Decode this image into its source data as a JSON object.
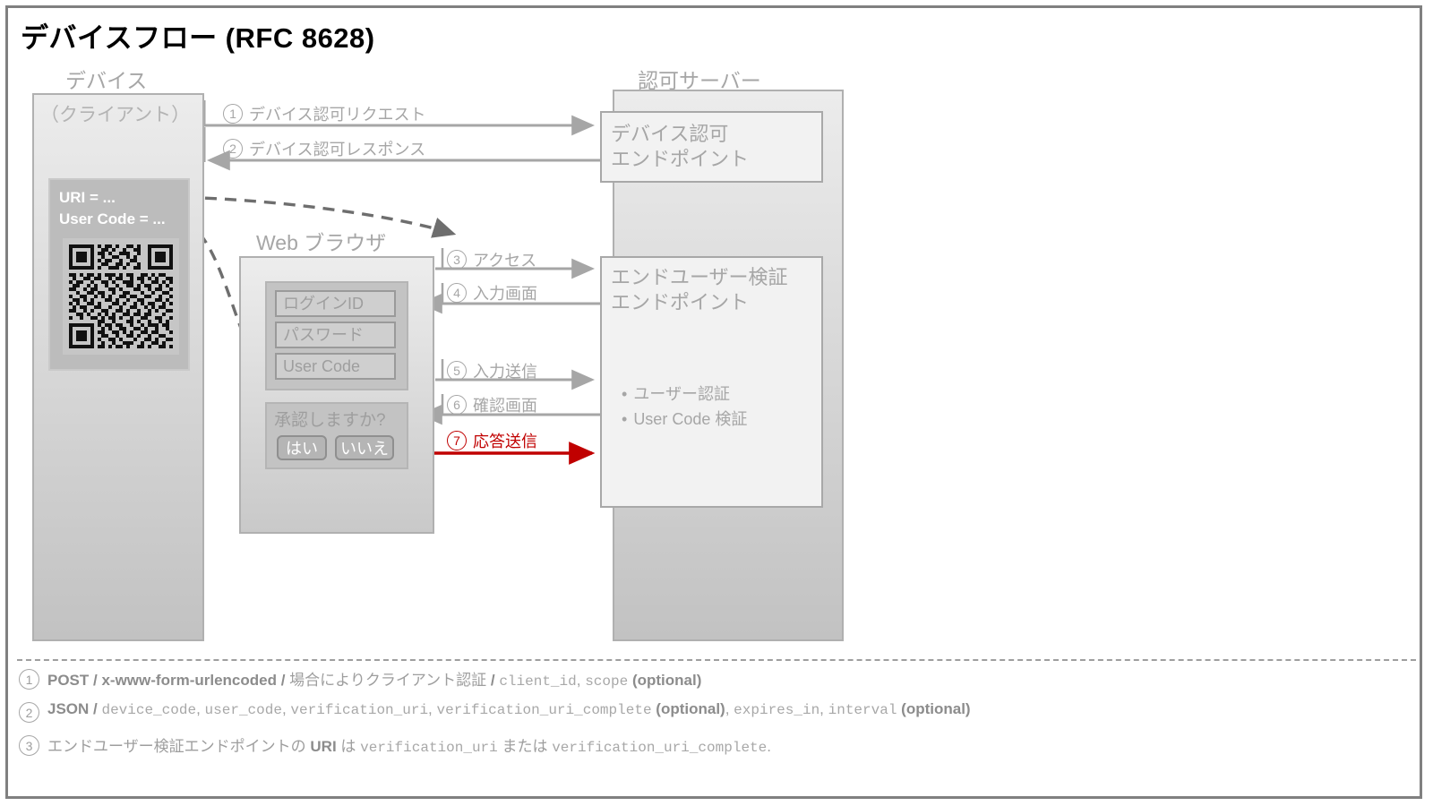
{
  "title": "デバイスフロー (RFC 8628)",
  "columns": {
    "device": {
      "title": "デバイス",
      "subtitle": "（クライアント）"
    },
    "browser": {
      "title": "Web ブラウザ"
    },
    "server": {
      "title": "認可サーバー"
    }
  },
  "device_info": {
    "uri_line": "URI = ...",
    "user_code_line": "User Code = ...",
    "qr_label": "qr-code"
  },
  "browser": {
    "login_id_placeholder": "ログインID",
    "password_placeholder": "パスワード",
    "user_code_placeholder": "User Code",
    "confirm_question": "承認しますか?",
    "yes_label": "はい",
    "no_label": "いいえ"
  },
  "server": {
    "device_endpoint": {
      "line1": "デバイス認可",
      "line2": "エンドポイント"
    },
    "verification_endpoint": {
      "line1": "エンドユーザー検証",
      "line2": "エンドポイント",
      "bullets": [
        "ユーザー認証",
        "User Code 検証"
      ]
    }
  },
  "steps": [
    {
      "num": "1",
      "label": "デバイス認可リクエスト",
      "color": "#a6a6a6"
    },
    {
      "num": "2",
      "label": "デバイス認可レスポンス",
      "color": "#a6a6a6"
    },
    {
      "num": "3",
      "label": "アクセス",
      "color": "#a6a6a6"
    },
    {
      "num": "4",
      "label": "入力画面",
      "color": "#a6a6a6"
    },
    {
      "num": "5",
      "label": "入力送信",
      "color": "#a6a6a6"
    },
    {
      "num": "6",
      "label": "確認画面",
      "color": "#a6a6a6"
    },
    {
      "num": "7",
      "label": "応答送信",
      "color": "#c00000"
    }
  ],
  "notes": [
    {
      "num": "1",
      "parts": [
        {
          "t": "POST",
          "s": "b"
        },
        {
          "t": " / ",
          "s": "b"
        },
        {
          "t": "x-www-form-urlencoded",
          "s": "b"
        },
        {
          "t": " / ",
          "s": "b"
        },
        {
          "t": "場合によりクライアント認証",
          "s": "n"
        },
        {
          "t": " / ",
          "s": "b"
        },
        {
          "t": "client_id",
          "s": "m"
        },
        {
          "t": ", ",
          "s": "n"
        },
        {
          "t": "scope",
          "s": "m"
        },
        {
          "t": " ",
          "s": "n"
        },
        {
          "t": "(optional)",
          "s": "b"
        }
      ]
    },
    {
      "num": "2",
      "parts": [
        {
          "t": "JSON",
          "s": "b"
        },
        {
          "t": " / ",
          "s": "b"
        },
        {
          "t": "device_code",
          "s": "m"
        },
        {
          "t": ", ",
          "s": "n"
        },
        {
          "t": "user_code",
          "s": "m"
        },
        {
          "t": ", ",
          "s": "n"
        },
        {
          "t": "verification_uri",
          "s": "m"
        },
        {
          "t": ", ",
          "s": "n"
        },
        {
          "t": "verification_uri_complete",
          "s": "m"
        },
        {
          "t": " ",
          "s": "n"
        },
        {
          "t": "(optional)",
          "s": "b"
        },
        {
          "t": ", ",
          "s": "n"
        },
        {
          "t": "expires_in",
          "s": "m"
        },
        {
          "t": ", ",
          "s": "n"
        },
        {
          "t": "interval",
          "s": "m"
        },
        {
          "t": " ",
          "s": "n"
        },
        {
          "t": "(optional)",
          "s": "b"
        }
      ]
    },
    {
      "num": "3",
      "parts": [
        {
          "t": "エンドユーザー検証エンドポイントの ",
          "s": "n"
        },
        {
          "t": "URI",
          "s": "b"
        },
        {
          "t": " は ",
          "s": "n"
        },
        {
          "t": "verification_uri",
          "s": "m"
        },
        {
          "t": " または ",
          "s": "n"
        },
        {
          "t": "verification_uri_complete",
          "s": "m"
        },
        {
          "t": ".",
          "s": "n"
        }
      ]
    }
  ],
  "colors": {
    "accent_red": "#c00000",
    "line_gray": "#a6a6a6",
    "frame_gray": "#808080",
    "column_fill_top": "#ececec",
    "column_fill_bottom": "#c2c2c2"
  }
}
